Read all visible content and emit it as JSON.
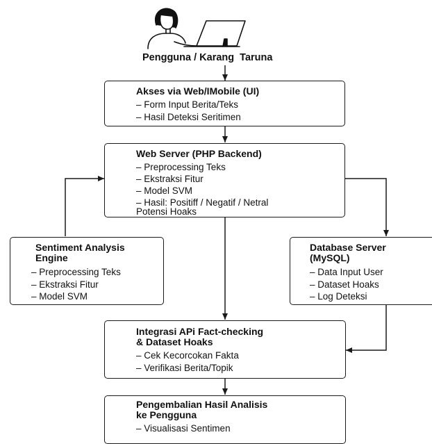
{
  "user": {
    "label": "Pengguna / Karang  Taruna"
  },
  "boxes": {
    "access": {
      "title": "Akses via Web/IMobile (UI)",
      "items": [
        "– Form Input Berita/Teks",
        "– Hasil Deteksi Seritimen"
      ]
    },
    "webserver": {
      "title": "Web Server (PHP Backend)",
      "items": [
        "– Preprocessing Teks",
        "– Ekstraksi Fitur",
        "– Model SVM",
        "– Hasil: Positiff / Negatif / Netral",
        "Potensi Hoaks"
      ]
    },
    "sentiment": {
      "title_line1": "Sentiment Analysis",
      "title_line2": "Engine",
      "items": [
        "– Preprocessing Teks",
        "– Ekstraksi Fitur",
        "– Model SVM"
      ]
    },
    "database": {
      "title_line1": "Database Server",
      "title_line2": "(MySQL)",
      "items": [
        "– Data Input User",
        "– Dataset Hoaks",
        "– Log Deteksi"
      ]
    },
    "factcheck": {
      "title_line1": "Integrasi APi Fact-checking",
      "title_line2": "& Dataset Hoaks",
      "items": [
        "– Cek Kecorcokan Fakta",
        "– Verifikasi Berita/Topik"
      ]
    },
    "result": {
      "title_line1": "Pengembalian Hasil Analisis",
      "title_line2": "ke Pengguna",
      "items": [
        "– Visualisasi Sentimen"
      ]
    }
  },
  "icons": {
    "user": "person-at-laptop-icon"
  },
  "colors": {
    "line": "#1a1a1a",
    "background": "#ffffff"
  }
}
